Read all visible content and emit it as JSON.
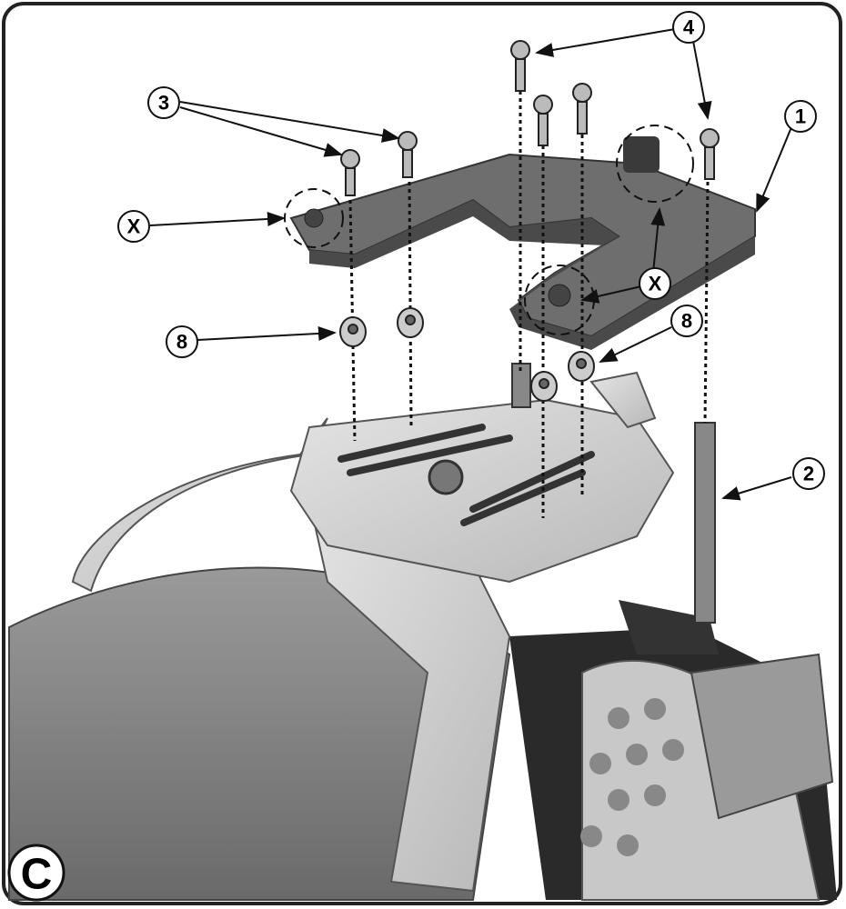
{
  "panel_label": "C",
  "callouts": {
    "c1": "1",
    "c2": "2",
    "c3": "3",
    "c4": "4",
    "c8a": "8",
    "c8b": "8",
    "x1": "X",
    "x2": "X"
  },
  "colors": {
    "plate": "#6e6e6e",
    "rack": "#d2d2d2",
    "seat": "#8a8a8a",
    "frame": "#222222"
  }
}
